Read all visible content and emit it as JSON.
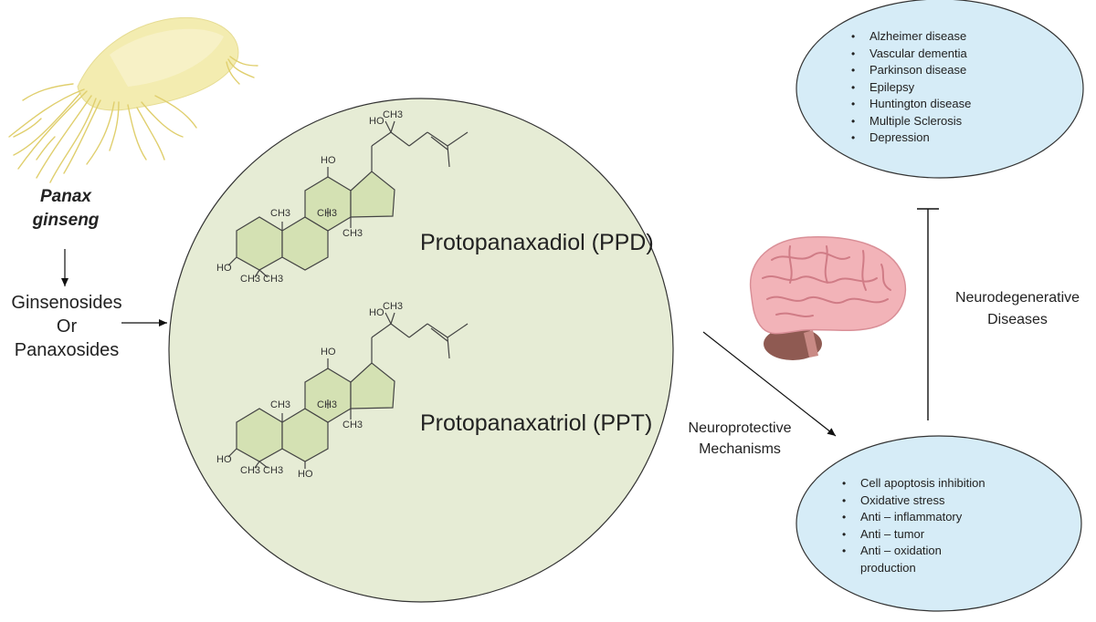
{
  "plant": {
    "genus": "Panax",
    "species": "ginseng"
  },
  "compounds_label": [
    "Ginsenosides",
    "Or",
    "Panaxosides"
  ],
  "structures": [
    {
      "name": "Protopanaxadiol (PPD)",
      "groups": {
        "side_chain": "HO",
        "side_ch3": "CH3",
        "c12": "HO",
        "ch3_a": "CH3",
        "ch3_b": "CH3",
        "ch3_c": "CH3",
        "c3": "HO",
        "gem": "CH3 CH3"
      }
    },
    {
      "name": "Protopanaxatriol (PPT)",
      "groups": {
        "side_chain": "HO",
        "side_ch3": "CH3",
        "c12": "HO",
        "ch3_a": "CH3",
        "ch3_b": "CH3",
        "ch3_c": "CH3",
        "c3": "HO",
        "gem": "CH3 CH3",
        "c6": "HO"
      }
    }
  ],
  "arrow_label_mechanisms": [
    "Neuroprotective",
    "Mechanisms"
  ],
  "arrow_label_diseases": [
    "Neurodegenerative",
    "Diseases"
  ],
  "diseases": [
    "Alzheimer disease",
    "Vascular dementia",
    "Parkinson disease",
    "Epilepsy",
    "Huntington disease",
    "Multiple Sclerosis",
    "Depression"
  ],
  "mechanisms": [
    "Cell apoptosis inhibition",
    "Oxidative stress",
    "Anti – inflammatory",
    "Anti – tumor",
    "Anti – oxidation production"
  ],
  "colors": {
    "circle_fill": "#e6ecd5",
    "ring_fill": "#d4e1b3",
    "ellipse_fill": "#d6ecf7",
    "ginseng": "#f3ecb0",
    "ginseng_root": "#e3d479",
    "brain": "#f2b3b8"
  }
}
